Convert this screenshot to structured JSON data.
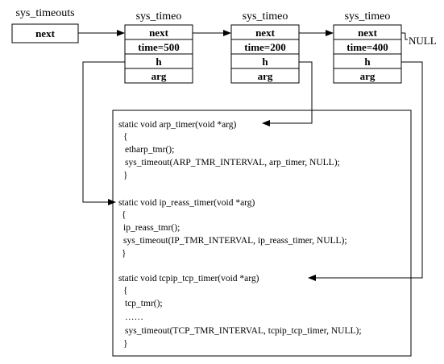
{
  "head": {
    "title": "sys_timeouts",
    "field": "next"
  },
  "nodes": [
    {
      "title": "sys_timeo",
      "fields": [
        "next",
        "time=500",
        "h",
        "arg"
      ]
    },
    {
      "title": "sys_timeo",
      "fields": [
        "next",
        "time=200",
        "h",
        "arg"
      ]
    },
    {
      "title": "sys_timeo",
      "fields": [
        "next",
        "time=400",
        "h",
        "arg"
      ]
    }
  ],
  "null_label": "NULL",
  "code": {
    "arp": [
      "static void arp_timer(void *arg)",
      "{",
      "etharp_tmr();",
      "sys_timeout(ARP_TMR_INTERVAL, arp_timer, NULL);",
      "}"
    ],
    "ip_reass": [
      "static void ip_reass_timer(void *arg)",
      "{",
      "ip_reass_tmr();",
      "sys_timeout(IP_TMR_INTERVAL, ip_reass_timer, NULL);",
      "}"
    ],
    "tcp": [
      "static void tcpip_tcp_timer(void *arg)",
      "{",
      "tcp_tmr();",
      "……",
      "sys_timeout(TCP_TMR_INTERVAL, tcpip_tcp_timer, NULL);",
      "}"
    ]
  }
}
